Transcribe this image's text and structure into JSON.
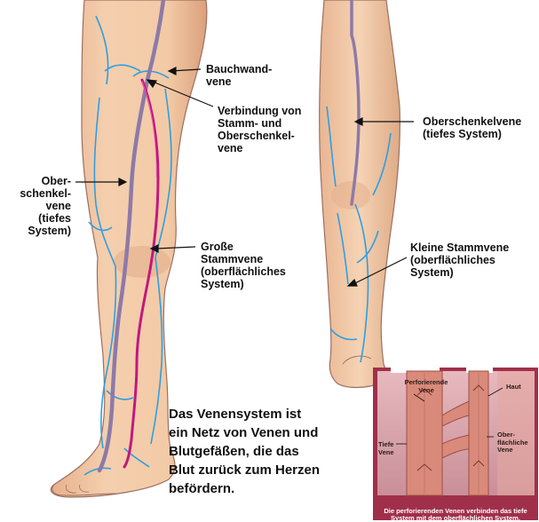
{
  "labels": {
    "bauchwandvene": "Bauchwand-\nvene",
    "verbindung": "Verbindung von\nStamm- und\nOberschenkel-\nvene",
    "oberschenkelvene_left": "Ober-\nschenkel-\nvene\n(tiefes\nSystem)",
    "grosse_stammvene": "Große\nStammvene\n(oberflächliches\nSystem)",
    "oberschenkelvene_right": "Oberschenkelvene\n(tiefes System)",
    "kleine_stammvene": "Kleine Stammvene\n(oberflächliches\nSystem)"
  },
  "description": "Das Venensystem ist\nein Netz von Venen und\nBlutgefäßen, die das\nBlut zurück zum Herzen\nbefördern.",
  "inset": {
    "perforierende": "Perforierende\nVene",
    "haut": "Haut",
    "tiefe_vene": "Tiefe\nVene",
    "oberflaechliche": "Ober-\nflächliche\nVene",
    "caption": "Die perforierenden Venen verbinden das tiefe\nSystem mit dem oberflächlichen System."
  },
  "colors": {
    "skin": "#f1c7a4",
    "skin_shadow": "#d9a07c",
    "outline": "#8e6a58",
    "superficial_vein": "#2e9fe0",
    "great_saphenous": "#c2187e",
    "deep_vein": "#8d7aa8",
    "inset_frame": "#a0304a"
  }
}
